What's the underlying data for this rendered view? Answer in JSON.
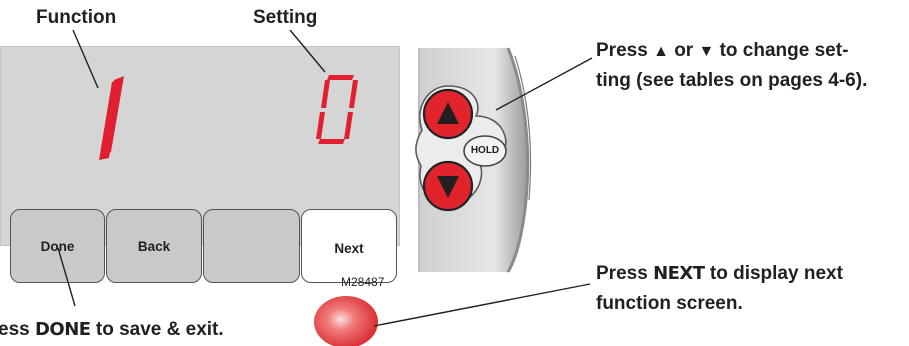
{
  "labels": {
    "function": "Function",
    "setting": "Setting",
    "press_arrows_l1_a": "Press",
    "press_arrows_l1_b": "or",
    "press_arrows_l1_c": "to change set-",
    "press_arrows_l2": "ting (see tables on pages 4-6).",
    "press_next_l1_a": "Press",
    "press_next_l1_key": "NEXT",
    "press_next_l1_b": "to display next",
    "press_next_l2": "function screen.",
    "press_done_a": "ess",
    "press_done_key": "DONE",
    "press_done_b": "to save & exit.",
    "figure_code": "M28487"
  },
  "display": {
    "function_digit": "1",
    "setting_digit": "0",
    "digit_color": "#e02030"
  },
  "buttons": [
    {
      "name": "done",
      "label": "Done"
    },
    {
      "name": "back",
      "label": "Back"
    },
    {
      "name": "blank",
      "label": ""
    },
    {
      "name": "next",
      "label": "Next"
    }
  ],
  "keypad": {
    "up_glyph": "▲",
    "down_glyph": "▼",
    "hold_label": "HOLD",
    "button_color": "#e1242b"
  }
}
